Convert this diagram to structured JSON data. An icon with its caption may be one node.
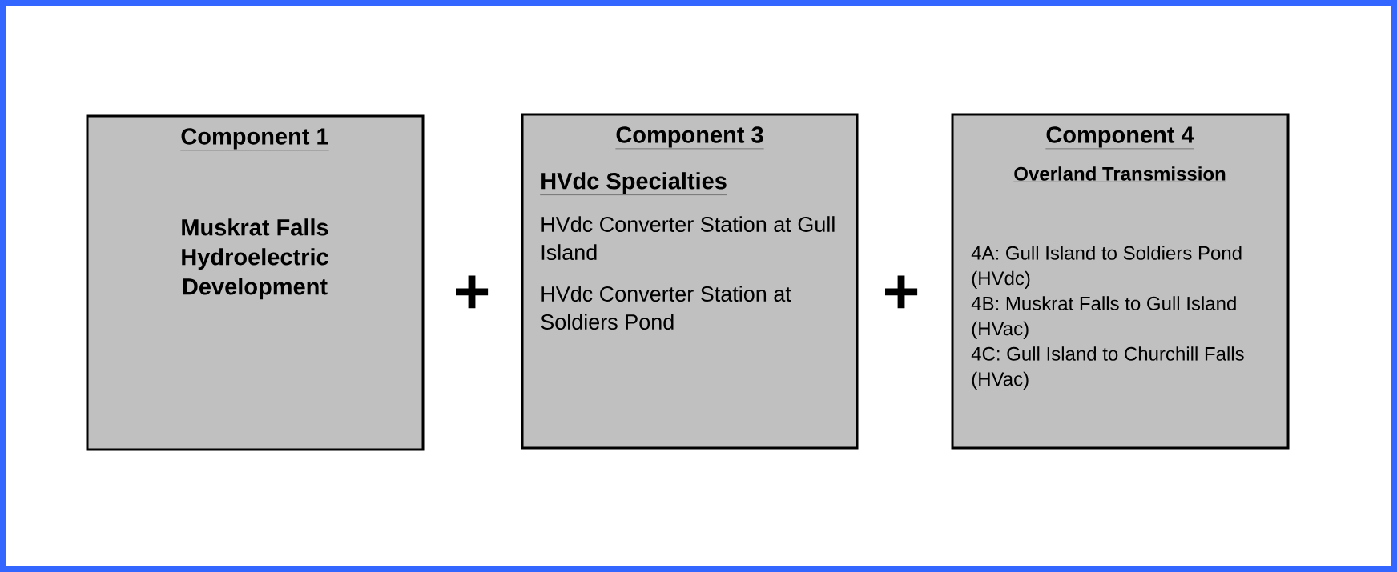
{
  "diagram": {
    "nodes": [
      {
        "text": [
          "Component 1",
          "Muskrat Falls Hydroelectric Development"
        ]
      },
      {
        "text": [
          "Component 3",
          "HVdc Specialties",
          "HVdc Converter Station at Gull Island",
          "HVdc Converter Station at Soldiers Pond"
        ]
      },
      {
        "text": [
          "Component 4",
          "Overland Transmission",
          "4A:  Gull Island to Soldiers Pond (HVdc)",
          "4B:  Muskrat Falls to Gull Island (HVac)",
          "4C:  Gull Island to Churchill Falls (HVac)"
        ]
      }
    ],
    "labels": [
      "+",
      "+"
    ]
  }
}
